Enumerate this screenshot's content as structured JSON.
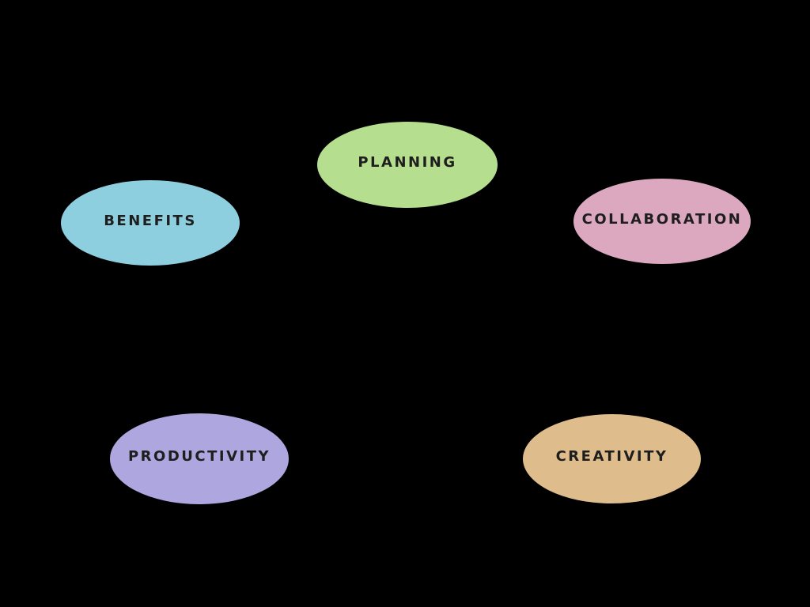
{
  "canvas": {
    "background_color": "#000000",
    "node_text_color": "#1e1e1e"
  },
  "nodes": [
    {
      "id": "planning",
      "label": "PLANNING",
      "color": "#b5de8e"
    },
    {
      "id": "benefits",
      "label": "BENEFITS",
      "color": "#8ecfdf"
    },
    {
      "id": "collaboration",
      "label": "COLLABORATION",
      "color": "#dca8c0"
    },
    {
      "id": "productivity",
      "label": "PRODUCTIVITY",
      "color": "#aea6de"
    },
    {
      "id": "creativity",
      "label": "CREATIVITY",
      "color": "#debc8b"
    }
  ]
}
